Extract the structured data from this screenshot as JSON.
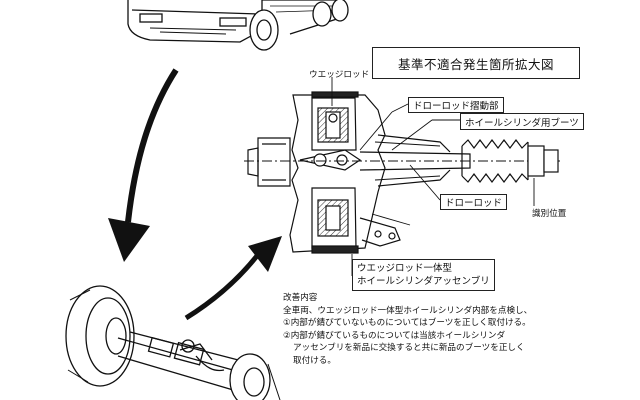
{
  "diagram": {
    "title": "基準不適合発生箇所拡大図",
    "callouts": {
      "wedge_rod": "ウエッジロッド",
      "draw_rod_sliding": "ドローロッド摺動部",
      "wheel_cylinder_boots": "ホイールシリンダ用ブーツ",
      "draw_rod": "ドローロッド",
      "id_position": "識別位置",
      "assembly_line1": "ウエッジロッド一体型",
      "assembly_line2": "ホイールシリンダアッセンブリ"
    },
    "notes": {
      "heading": "改善内容",
      "line1": "全車両、ウエッジロッド一体型ホイールシリンダ内部を点検し、",
      "line2": "①内部が錆びていないものについてはブーツを正しく取付ける。",
      "line3": "②内部が錆びているものについては当該ホイールシリンダ",
      "line4": "アッセンブリを新品に交換すると共に新品のブーツを正しく",
      "line5": "取付ける。"
    }
  }
}
